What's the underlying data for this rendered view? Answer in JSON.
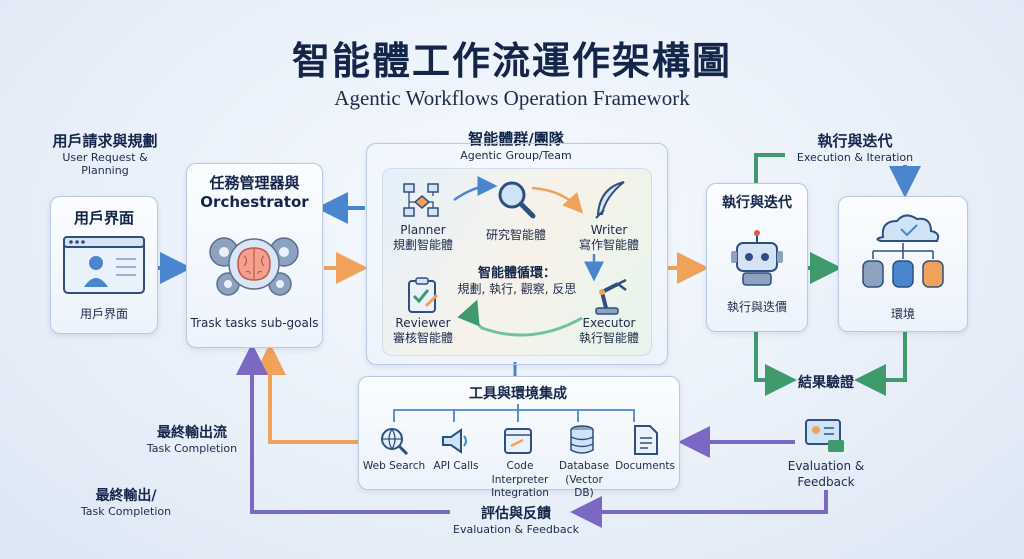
{
  "header": {
    "title": "智能體工作流運作架構圖",
    "subtitle": "Agentic Workflows Operation Framework"
  },
  "user_request": {
    "title": "用戶請求與規劃",
    "subtitle_line1": "User Request &",
    "subtitle_line2": "Planning",
    "card_title": "用戶界面",
    "card_label": "用戶界面"
  },
  "orchestrator": {
    "title_line1": "任務管理器與",
    "title_line2": "Orchestrator",
    "caption": "Trask tasks sub-goals"
  },
  "agent_group": {
    "title": "智能體群/團隊",
    "subtitle": "Agentic Group/Team",
    "planner_en": "Planner",
    "planner_zh": "規劃智能體",
    "research_zh": "研究智能體",
    "writer_en": "Writer",
    "writer_zh": "寫作智能體",
    "loop_title": "智能體循環：",
    "loop_steps": "規劃, 執行, 觀察, 反思",
    "reviewer_en": "Reviewer",
    "reviewer_zh": "審核智能體",
    "executor_en": "Executor",
    "executor_zh": "執行智能體"
  },
  "execution": {
    "title": "執行與迭代",
    "subtitle": "Execution & Iteration",
    "card_title": "執行與迭代",
    "card_label": "執行與迭價"
  },
  "environment": {
    "label": "環境"
  },
  "result_check": "結果驗證",
  "tools": {
    "title": "工具與環境集成",
    "items": [
      {
        "line1": "Web Search",
        "line2": ""
      },
      {
        "line1": "API Calls",
        "line2": ""
      },
      {
        "line1": "Code Interpreter",
        "line2": "Integration"
      },
      {
        "line1": "Database",
        "line2": "(Vector DB)"
      },
      {
        "line1": "Documents",
        "line2": ""
      }
    ]
  },
  "final_flow": {
    "title": "最終輸出流",
    "subtitle": "Task Completion"
  },
  "final_output": {
    "title": "最終輸出/",
    "subtitle": "Task Completion"
  },
  "eval_feedback": {
    "title_line1": "Evaluation &",
    "title_line2": "Feedback"
  },
  "eval_bottom": {
    "title": "評估與反饋",
    "subtitle": "Evaluation & Feedback"
  },
  "colors": {
    "blue_arrow": "#4a86d0",
    "orange_arrow": "#f0a25a",
    "green_arrow": "#3f9a6e",
    "purple_arrow": "#7a68c2",
    "title": "#14254a"
  }
}
